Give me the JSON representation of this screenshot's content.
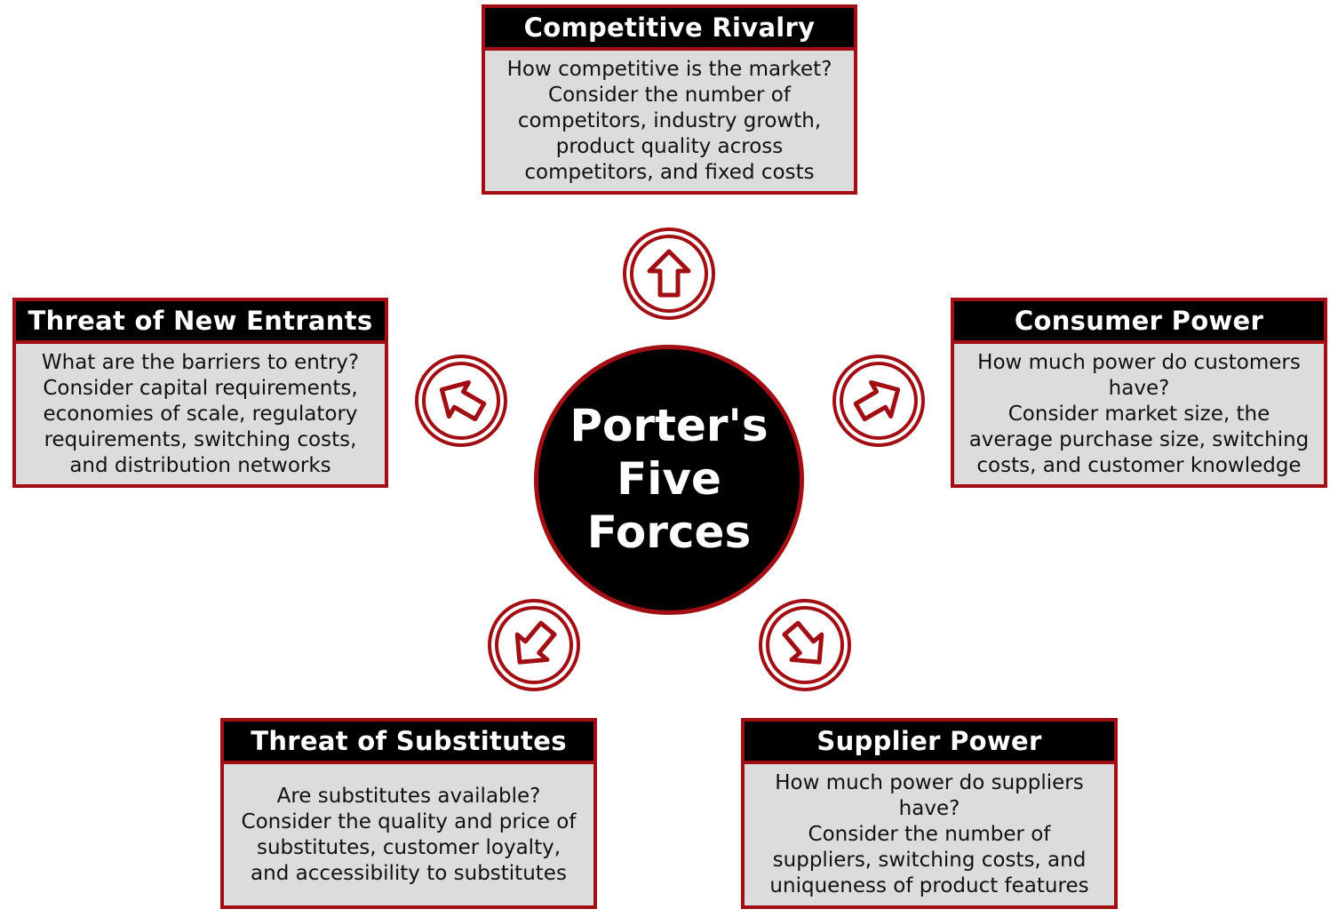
{
  "center": {
    "title_lines": [
      "Porter's",
      "Five",
      "Forces"
    ]
  },
  "forces": {
    "competitive_rivalry": {
      "title": "Competitive Rivalry",
      "lines": [
        "How competitive is the market?",
        "Consider the number of",
        "competitors, industry growth,",
        "product quality across",
        "competitors, and fixed costs"
      ]
    },
    "new_entrants": {
      "title": "Threat of New Entrants",
      "lines": [
        "What are the barriers to entry?",
        "Consider capital requirements,",
        "economies of scale, regulatory",
        "requirements, switching costs,",
        "and distribution networks"
      ]
    },
    "consumer_power": {
      "title": "Consumer Power",
      "lines": [
        "How much power do customers",
        "have?",
        "Consider market size, the",
        "average purchase size, switching",
        "costs, and customer knowledge"
      ]
    },
    "substitutes": {
      "title": "Threat of Substitutes",
      "lines": [
        "Are substitutes available?",
        "Consider the quality and price of",
        "substitutes, customer loyalty,",
        "and accessibility to substitutes"
      ]
    },
    "supplier_power": {
      "title": "Supplier Power",
      "lines": [
        "How much power do suppliers",
        "have?",
        "Consider the number of",
        "suppliers, switching costs, and",
        "uniqueness of product features"
      ]
    }
  },
  "icons": {
    "arrow_up": "arrow-up-circle-icon",
    "arrow_up_left": "arrow-up-left-circle-icon",
    "arrow_up_right": "arrow-up-right-circle-icon",
    "arrow_down_left": "arrow-down-left-circle-icon",
    "arrow_down_right": "arrow-down-right-circle-icon"
  },
  "colors": {
    "accent": "#a10f14",
    "title_bg": "#000000",
    "title_text": "#ffffff",
    "body_bg": "#dcdcdc",
    "body_text": "#111111"
  }
}
